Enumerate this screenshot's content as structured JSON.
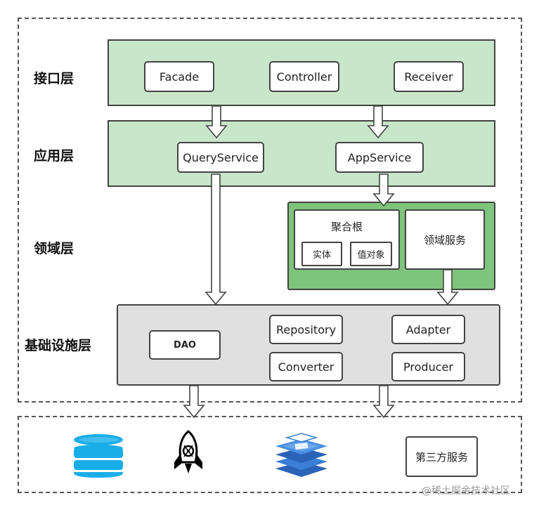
{
  "layers": {
    "interface": {
      "label": "接口层",
      "components": {
        "facade": "Facade",
        "controller": "Controller",
        "receiver": "Receiver"
      }
    },
    "application": {
      "label": "应用层",
      "components": {
        "query_service": "QueryService",
        "app_service": "AppService"
      }
    },
    "domain": {
      "label": "领域层",
      "aggregate_root": {
        "label": "聚合根",
        "entity": "实体",
        "value_object": "值对象"
      },
      "domain_service": "领域服务"
    },
    "infrastructure": {
      "label": "基础设施层",
      "components": {
        "dao": "DAO",
        "repository": "Repository",
        "converter": "Converter",
        "adapter": "Adapter",
        "producer": "Producer"
      }
    }
  },
  "external": {
    "icons": [
      "database-icon",
      "rocket-mq-icon",
      "redis-icon"
    ],
    "third_party": "第三方服务"
  },
  "colors": {
    "layer_green": "#c8e6c9",
    "domain_green": "#7fc47c",
    "infra_gray": "#e0e0e0",
    "database_blue": "#1aaee8",
    "redis_blue": "#3a7fd5"
  },
  "watermark": "@稀土掘金技术社区"
}
